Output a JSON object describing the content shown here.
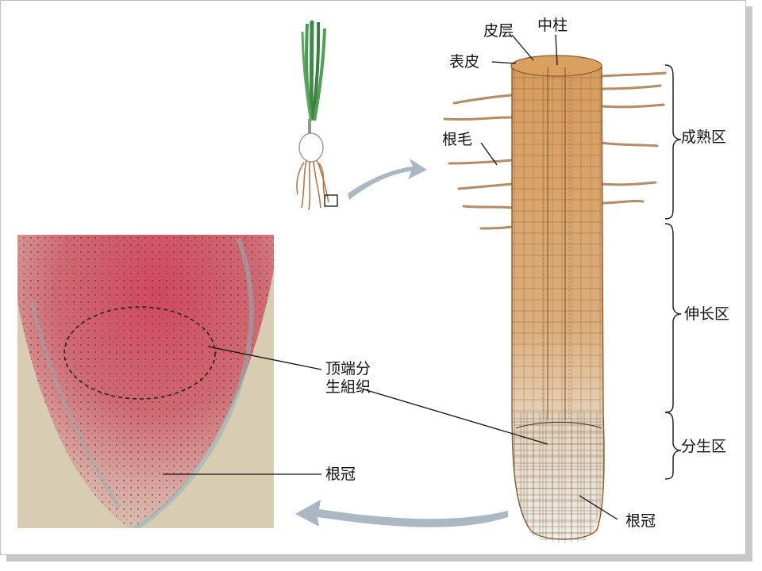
{
  "labels": {
    "cortex": "皮层",
    "stele": "中柱",
    "epidermis": "表皮",
    "root_hair": "根毛",
    "maturation_zone": "成熟区",
    "elongation_zone": "伸长区",
    "meristem_zone": "分生区",
    "apical_meristem_line1": "顶端分",
    "apical_meristem_line2": "生組织",
    "root_cap_micro": "根冠",
    "root_cap_diagram": "根冠"
  },
  "colors": {
    "root_tan": "#d9a46a",
    "root_dark": "#b9783e",
    "plant_green": "#3f8a4a",
    "micro_red": "#c85a6a",
    "micro_bg": "#d9ccb4",
    "arrow_blue": "#aab8c4"
  },
  "icons": {
    "plant": "plant-seedling-icon",
    "arrow_right": "curved-arrow-right-icon",
    "arrow_left": "curved-arrow-left-icon"
  }
}
